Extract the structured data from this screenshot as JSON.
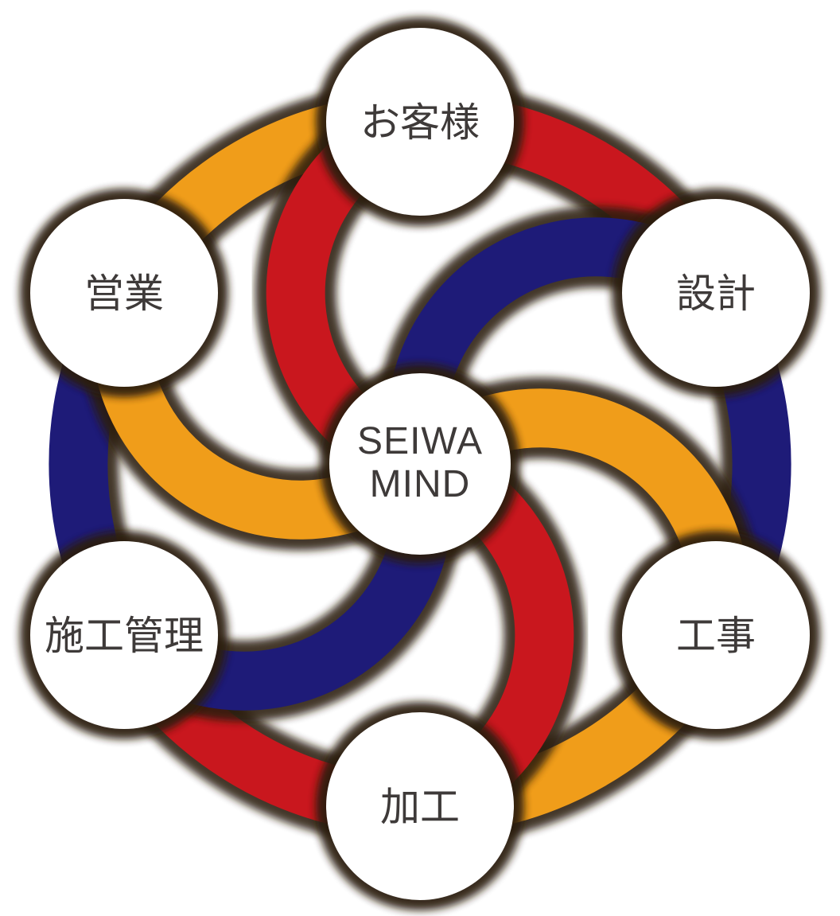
{
  "diagram": {
    "title": "SEIWA MIND process relationship diagram",
    "background": "#FFFFFF",
    "colors": {
      "orange": "#F09D1A",
      "red": "#C9171E",
      "navy": "#1E1B78",
      "shadow": "#2B1B11",
      "node_fill": "#FFFFFF",
      "text": "#3E3A39"
    },
    "center": {
      "line1": "SEIWA",
      "line2": "MIND"
    },
    "nodes": [
      {
        "id": "customer",
        "label": "お客様",
        "position": "top",
        "spiral_arc_color": "red"
      },
      {
        "id": "design",
        "label": "設計",
        "position": "upper-right",
        "spiral_arc_color": "navy"
      },
      {
        "id": "construction",
        "label": "工事",
        "position": "lower-right",
        "spiral_arc_color": "orange"
      },
      {
        "id": "processing",
        "label": "加工",
        "position": "bottom",
        "spiral_arc_color": "red"
      },
      {
        "id": "construction-management",
        "label": "施工管理",
        "position": "lower-left",
        "spiral_arc_color": "navy"
      },
      {
        "id": "sales",
        "label": "営業",
        "position": "upper-left",
        "spiral_arc_color": "orange"
      }
    ],
    "ring_segments": [
      {
        "from": "営業",
        "to": "お客様",
        "color": "orange"
      },
      {
        "from": "お客様",
        "to": "設計",
        "color": "red"
      },
      {
        "from": "設計",
        "to": "工事",
        "color": "navy"
      },
      {
        "from": "工事",
        "to": "加工",
        "color": "orange"
      },
      {
        "from": "加工",
        "to": "施工管理",
        "color": "red"
      },
      {
        "from": "施工管理",
        "to": "営業",
        "color": "navy"
      }
    ]
  }
}
